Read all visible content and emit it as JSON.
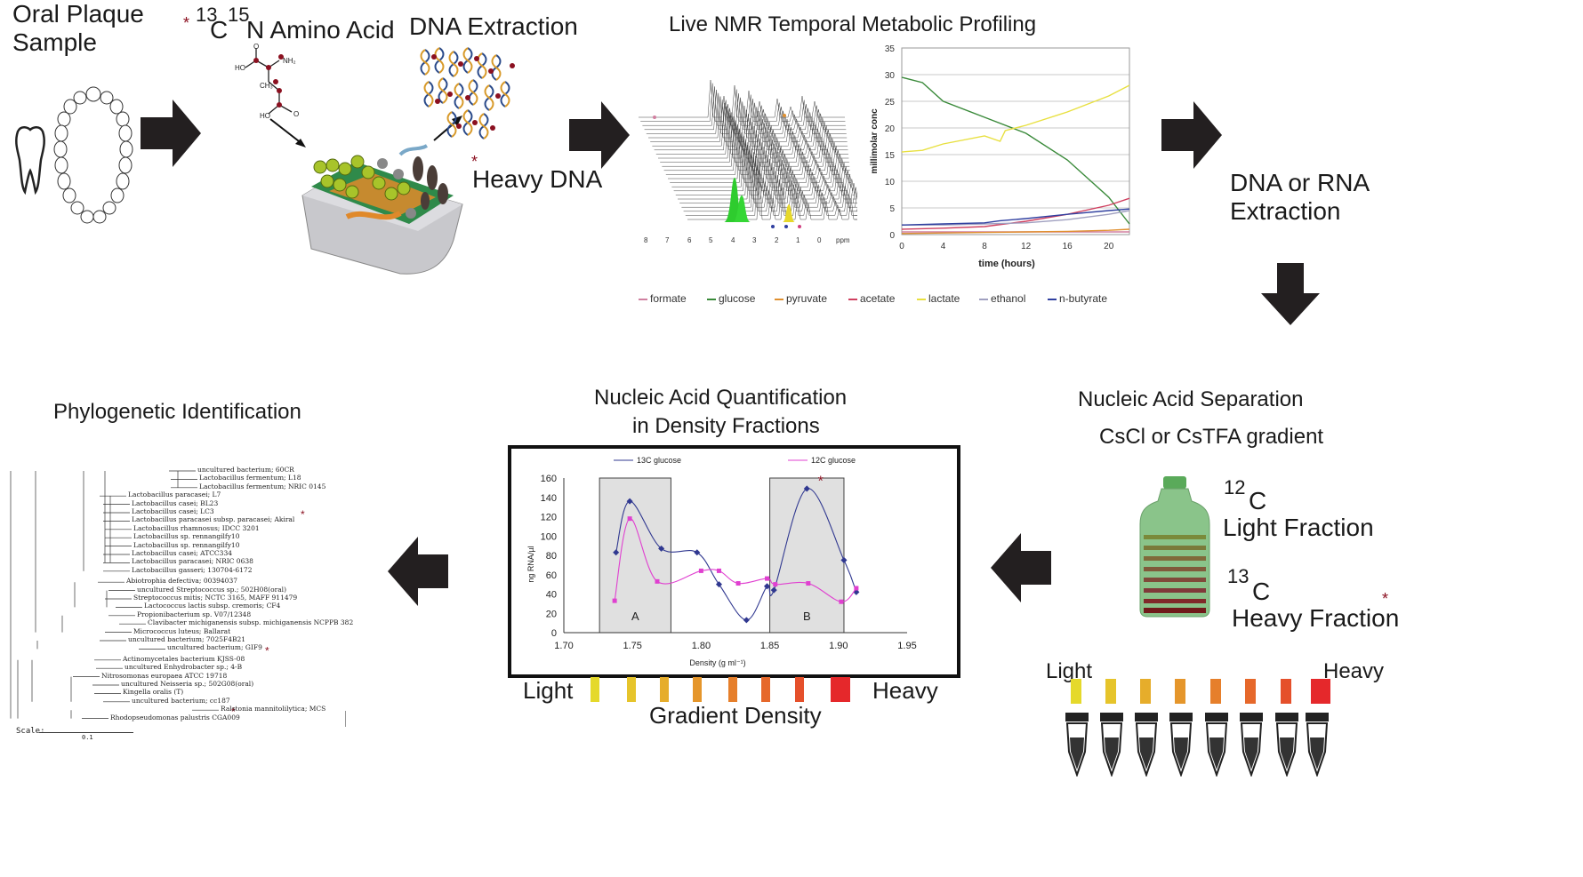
{
  "steps": {
    "oral_plaque": "Oral Plaque\nSample",
    "oral_plaque_line1": "Oral Plaque",
    "oral_plaque_line2": "Sample",
    "amino_acid_sup1": "13",
    "amino_acid_c": "C",
    "amino_acid_sup2": "15",
    "amino_acid_rest": "N Amino Acid",
    "dna_extraction": "DNA Extraction",
    "heavy_dna": "Heavy DNA",
    "nmr_title": "Live NMR Temporal Metabolic Profiling",
    "dna_rna_line1": "DNA or RNA",
    "dna_rna_line2": "Extraction",
    "separation_title": "Nucleic Acid Separation",
    "separation_sub": "CsCl or CsTFA gradient",
    "light_sup": "12",
    "light_c": "C",
    "light_fraction": "Light Fraction",
    "heavy_sup": "13",
    "heavy_c": "C",
    "heavy_fraction": "Heavy Fraction",
    "tube_light": "Light",
    "tube_heavy": "Heavy",
    "quant_title_line1": "Nucleic Acid Quantification",
    "quant_title_line2": "in Density Fractions",
    "gradient_light": "Light",
    "gradient_heavy": "Heavy",
    "gradient_density": "Gradient Density",
    "phylo_title": "Phylogenetic Identification"
  },
  "molecule_labels": [
    "HO",
    "O",
    "NH₂",
    "CH₃",
    "HO",
    "O"
  ],
  "nmr_axis": [
    "8",
    "7",
    "6",
    "5",
    "4",
    "3",
    "2",
    "1",
    "0",
    "ppm"
  ],
  "colors": {
    "arrow": "#231f20",
    "star": "#8b1020",
    "green_series": "#3a8a3a",
    "yellow_series": "#e8e040",
    "pink_series": "#d04080",
    "blue_series": "#3040a0",
    "orange_series": "#e09030",
    "gradient_swatches": [
      "#e5d92b",
      "#e6c42b",
      "#e6ad2b",
      "#e5962b",
      "#e67f2b",
      "#e6682b",
      "#e5502b",
      "#e5282b"
    ]
  },
  "chart_data": [
    {
      "type": "line",
      "title": "",
      "xlabel": "time (hours)",
      "ylabel": "millimolar conc",
      "xlim": [
        0,
        22
      ],
      "ylim": [
        0,
        35
      ],
      "xticks": [
        0,
        4,
        8,
        12,
        16,
        20
      ],
      "yticks": [
        0,
        5,
        10,
        15,
        20,
        25,
        30,
        35
      ],
      "grid": true,
      "legend_position": "bottom",
      "series": [
        {
          "name": "formate",
          "color": "#d080a0",
          "x": [
            0,
            4,
            8,
            12,
            16,
            20,
            22
          ],
          "y": [
            0.5,
            0.5,
            0.5,
            0.5,
            0.5,
            0.5,
            0.5
          ]
        },
        {
          "name": "glucose",
          "color": "#3a8a3a",
          "x": [
            0,
            2,
            4,
            8,
            12,
            16,
            20,
            22
          ],
          "y": [
            29.5,
            28.5,
            25,
            22,
            19,
            14,
            7,
            2
          ]
        },
        {
          "name": "pyruvate",
          "color": "#e09030",
          "x": [
            0,
            4,
            8,
            12,
            16,
            20,
            22
          ],
          "y": [
            0.2,
            0.3,
            0.4,
            0.5,
            0.6,
            0.8,
            1
          ]
        },
        {
          "name": "acetate",
          "color": "#d04060",
          "x": [
            0,
            4,
            8,
            12,
            16,
            20,
            22
          ],
          "y": [
            1,
            1.2,
            1.5,
            2.5,
            3.8,
            5.5,
            6.8
          ]
        },
        {
          "name": "lactate",
          "color": "#e8e040",
          "x": [
            0,
            2,
            4,
            8,
            9.5,
            10,
            12,
            16,
            20,
            22
          ],
          "y": [
            15.5,
            15.8,
            17,
            18.5,
            17.5,
            19.5,
            20.5,
            23,
            26,
            28
          ]
        },
        {
          "name": "ethanol",
          "color": "#a0a0c0",
          "x": [
            0,
            4,
            8,
            12,
            16,
            20,
            22
          ],
          "y": [
            1.8,
            1.8,
            2,
            2.2,
            2.8,
            3.8,
            4.5
          ]
        },
        {
          "name": "n-butyrate",
          "color": "#3040a0",
          "x": [
            0,
            4,
            8,
            9.5,
            12,
            16,
            20,
            22
          ],
          "y": [
            1.8,
            2,
            2.2,
            2.6,
            3,
            3.8,
            4.5,
            4.8
          ]
        }
      ]
    },
    {
      "type": "line",
      "title": "",
      "xlabel": "Density (g ml⁻¹)",
      "ylabel": "ng RNA/µl",
      "xlim": [
        1.7,
        1.95
      ],
      "ylim": [
        0,
        160
      ],
      "xticks": [
        "1.70",
        "1.75",
        "1.80",
        "1.85",
        "1.90",
        "1.95"
      ],
      "yticks": [
        0,
        20,
        40,
        60,
        80,
        100,
        120,
        140,
        160
      ],
      "legend_position": "top",
      "regions": [
        {
          "label": "A",
          "x": [
            1.726,
            1.778
          ]
        },
        {
          "label": "B",
          "x": [
            1.85,
            1.904
          ]
        }
      ],
      "series": [
        {
          "name": "13C glucose",
          "color": "#303890",
          "x": [
            1.738,
            1.748,
            1.771,
            1.797,
            1.813,
            1.833,
            1.848,
            1.853,
            1.877,
            1.904,
            1.913
          ],
          "y": [
            83,
            136,
            87,
            83,
            50,
            13,
            48,
            44,
            149,
            75,
            42
          ]
        },
        {
          "name": "12C glucose",
          "color": "#e040d0",
          "x": [
            1.737,
            1.748,
            1.768,
            1.8,
            1.813,
            1.827,
            1.848,
            1.854,
            1.878,
            1.902,
            1.913
          ],
          "y": [
            33,
            118,
            53,
            64,
            64,
            51,
            56,
            50,
            51,
            32,
            46
          ]
        }
      ]
    }
  ],
  "phylo_taxa": [
    "uncultured bacterium; 60CR",
    "Lactobacillus fermentum; L18",
    "Lactobacillus fermentum; NRIC 0145",
    "Lactobacillus paracasei; L7",
    "Lactobacillus casei; BL23",
    "Lactobacillus casei; LC3",
    "Lactobacillus paracasei subsp. paracasei; Akiral",
    "Lactobacillus rhamnosus; IDCC 3201",
    "Lactobacillus sp. rennangilfy10",
    "Lactobacillus sp. rennangilfy10",
    "Lactobacillus casei; ATCC334",
    "Lactobacillus paracasei; NRIC 0638",
    "Lactobacillus gasseri; 130704-6172",
    "Abiotrophia defectiva; 00394037",
    "uncultured Streptococcus sp.; 502H08(oral)",
    "Streptococcus mitis; NCTC 3165, MAFF 911479",
    "Lactococcus lactis subsp. cremoris; CF4",
    "Propionibacterium sp. V07/12348",
    "Clavibacter michiganensis subsp. michiganensis NCPPB 382",
    "Micrococcus luteus; Ballarat",
    "uncultured bacterium; 7025F4B21",
    "uncultured bacterium; GIF9",
    "Actinomycetales bacterium KJSS-08",
    "uncultured Enhydrobacter sp.; 4-B",
    "Nitrosomonas europaea ATCC 19718",
    "uncultured Neisseria sp.; 502G08(oral)",
    "Kingella oralis (T)",
    "uncultured bacterium; cc187",
    "Ralstonia mannitolilytica; MCS",
    "Rhodopseudomonas palustris CGA009"
  ],
  "phylo_scale_label": "Scale:",
  "phylo_scale_value": "0.1",
  "star_char": "*"
}
